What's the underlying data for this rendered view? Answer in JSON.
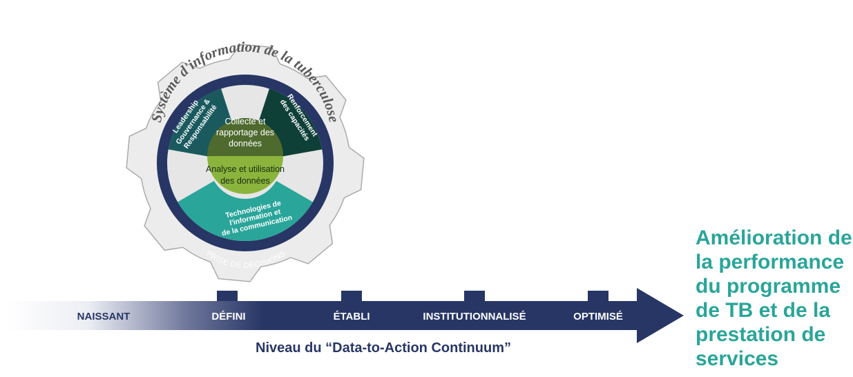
{
  "gear": {
    "arc_title": "Système d'information de la tuberculose",
    "segments": {
      "leadership": [
        "Leadership",
        "Gouvernance &",
        "Responsabilité"
      ],
      "capacity": [
        "Renforcement",
        "des capacités"
      ],
      "ict": [
        "Technologies de",
        "l'information et",
        "de la communication"
      ],
      "decision": "PRISE DE DÉCISIONS"
    },
    "center_top": [
      "Collecte et",
      "rapportage des",
      "données"
    ],
    "center_bottom": [
      "Analyse et utilisation",
      "des données"
    ]
  },
  "continuum": {
    "stages": [
      "NAISSANT",
      "DÉFINI",
      "ÉTABLI",
      "INSTITUTIONNALISÉ",
      "OPTIMISÉ"
    ],
    "axis_label": "Niveau du “Data-to-Action Continuum”"
  },
  "outcome_lines": [
    "Amélioration de",
    "la performance",
    "du programme",
    "de TB et de la",
    "prestation de",
    "services"
  ],
  "colors": {
    "navy": "#273665",
    "gear_gray": "#ececec",
    "dark_teal": "#0f4f4c",
    "teal": "#2aa59a",
    "olive": "#4e6a2e",
    "lime": "#8ab43b",
    "outcome_text": "#2aa59a"
  }
}
